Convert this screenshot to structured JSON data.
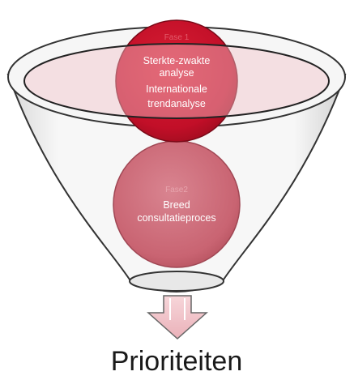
{
  "funnel": {
    "phase1": {
      "label": "Fase 1",
      "lines": [
        "Sterkte-zwakte",
        "analyse",
        "Internationale",
        "trendanalyse"
      ],
      "color": "#c8102e"
    },
    "phase2": {
      "label": "Fase2",
      "lines": [
        "Breed",
        "consultatieproces"
      ],
      "color": "#c96b78"
    }
  },
  "result": {
    "label": "Prioriteiten"
  },
  "colors": {
    "funnel_outline": "#333333",
    "funnel_fill": "#f3f3f3",
    "rim_fill": "#f3d6da",
    "arrow_fill": "#f2c6cc"
  }
}
